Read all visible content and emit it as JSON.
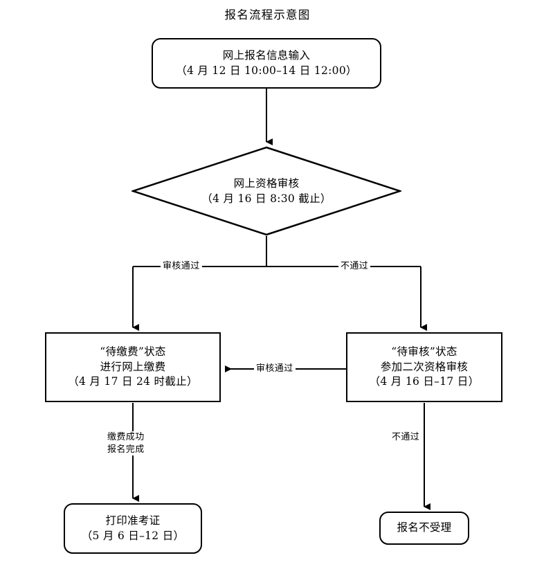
{
  "title": "报名流程示意图",
  "nodes": {
    "online_signup": {
      "name": "online-registration-input",
      "lines": [
        "网上报名信息输入",
        "（4 月 12 日 10:00–14 日 12:00）"
      ]
    },
    "online_review": {
      "name": "online-qualification-review",
      "lines": [
        "网上资格审核",
        "（4 月 16 日 8:30 截止）"
      ]
    },
    "pending_payment": {
      "name": "pending-payment-status",
      "lines": [
        "“待缴费”状态",
        "进行网上缴费",
        "（4 月 17 日 24 时截止）"
      ]
    },
    "pending_review": {
      "name": "pending-review-status",
      "lines": [
        "“待审核”状态",
        "参加二次资格审核",
        "（4 月 16 日–17 日）"
      ]
    },
    "print_ticket": {
      "name": "print-admission-ticket",
      "lines": [
        "打印准考证",
        "（5 月 6 日–12 日）"
      ]
    },
    "rejected": {
      "name": "registration-not-accepted",
      "lines": [
        "报名不受理"
      ]
    }
  },
  "edge_labels": {
    "review_pass_left": "审核通过",
    "review_fail_right": "不通过",
    "second_review_pass": "审核通过",
    "payment_success": [
      "缴费成功",
      "报名完成"
    ],
    "second_review_fail": "不通过"
  },
  "style": {
    "stroke": "#000000",
    "background": "#ffffff"
  }
}
